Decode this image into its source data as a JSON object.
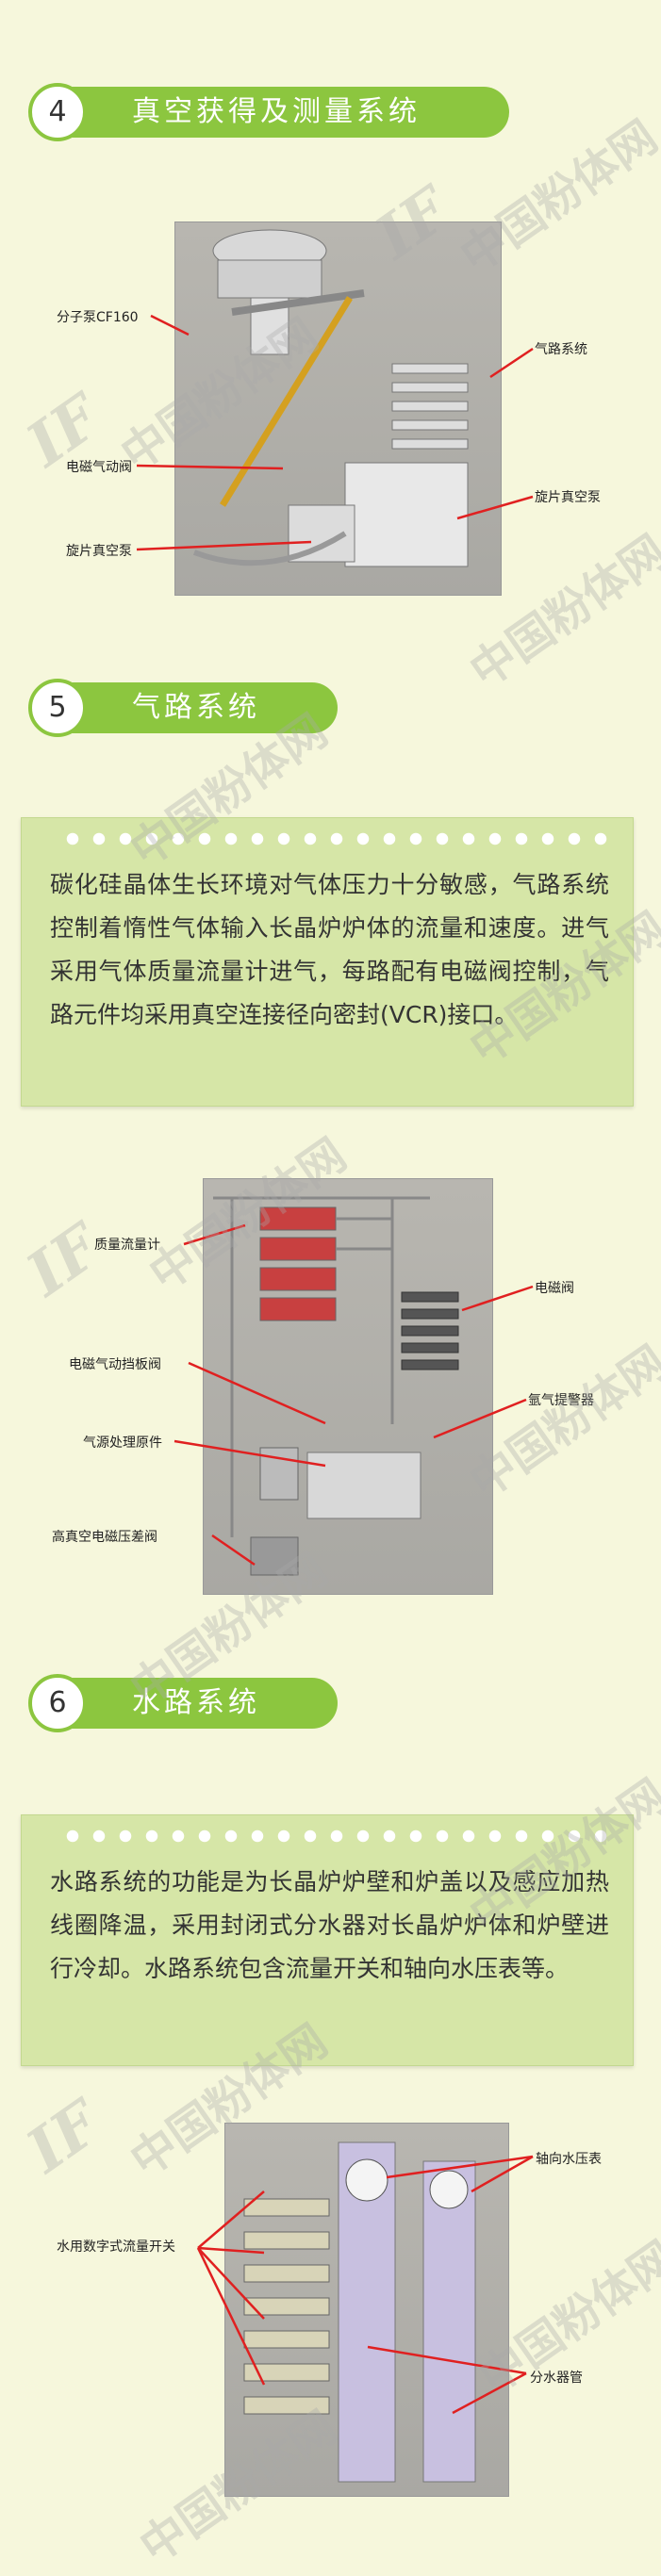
{
  "sections": [
    {
      "number": "4",
      "title": "真空获得及测量系统"
    },
    {
      "number": "5",
      "title": "气路系统"
    },
    {
      "number": "6",
      "title": "水路系统"
    }
  ],
  "vacuum_diagram": {
    "labels": {
      "molecular_pump": "分子泵CF160",
      "gas_system": "气路系统",
      "solenoid_valve": "电磁气动阀",
      "rotary_pump_right": "旋片真空泵",
      "rotary_pump_left": "旋片真空泵"
    }
  },
  "gas_card": {
    "text": "碳化硅晶体生长环境对气体压力十分敏感，气路系统控制着惰性气体输入长晶炉炉体的流量和速度。进气采用气体质量流量计进气，每路配有电磁阀控制，气路元件均采用真空连接径向密封(VCR)接口。"
  },
  "gas_diagram": {
    "labels": {
      "mass_flow": "质量流量计",
      "solenoid": "电磁阀",
      "baffle_valve": "电磁气动挡板阀",
      "argon_purifier": "氩气提警器",
      "gas_source": "气源处理原件",
      "hv_valve": "高真空电磁压差阀"
    }
  },
  "water_card": {
    "text": "水路系统的功能是为长晶炉炉壁和炉盖以及感应加热线圈降温，采用封闭式分水器对长晶炉炉体和炉壁进行冷却。水路系统包含流量开关和轴向水压表等。"
  },
  "water_diagram": {
    "labels": {
      "axial_gauge": "轴向水压表",
      "flow_switch": "水用数字式流量开关",
      "manifold": "分水器管"
    }
  },
  "watermark": {
    "text": "中国粉体网",
    "logo": "IF"
  },
  "colors": {
    "accent": "#8cc63f",
    "background": "#f6f7dc",
    "card": "#d6e6a7",
    "arrow": "#e02020"
  }
}
